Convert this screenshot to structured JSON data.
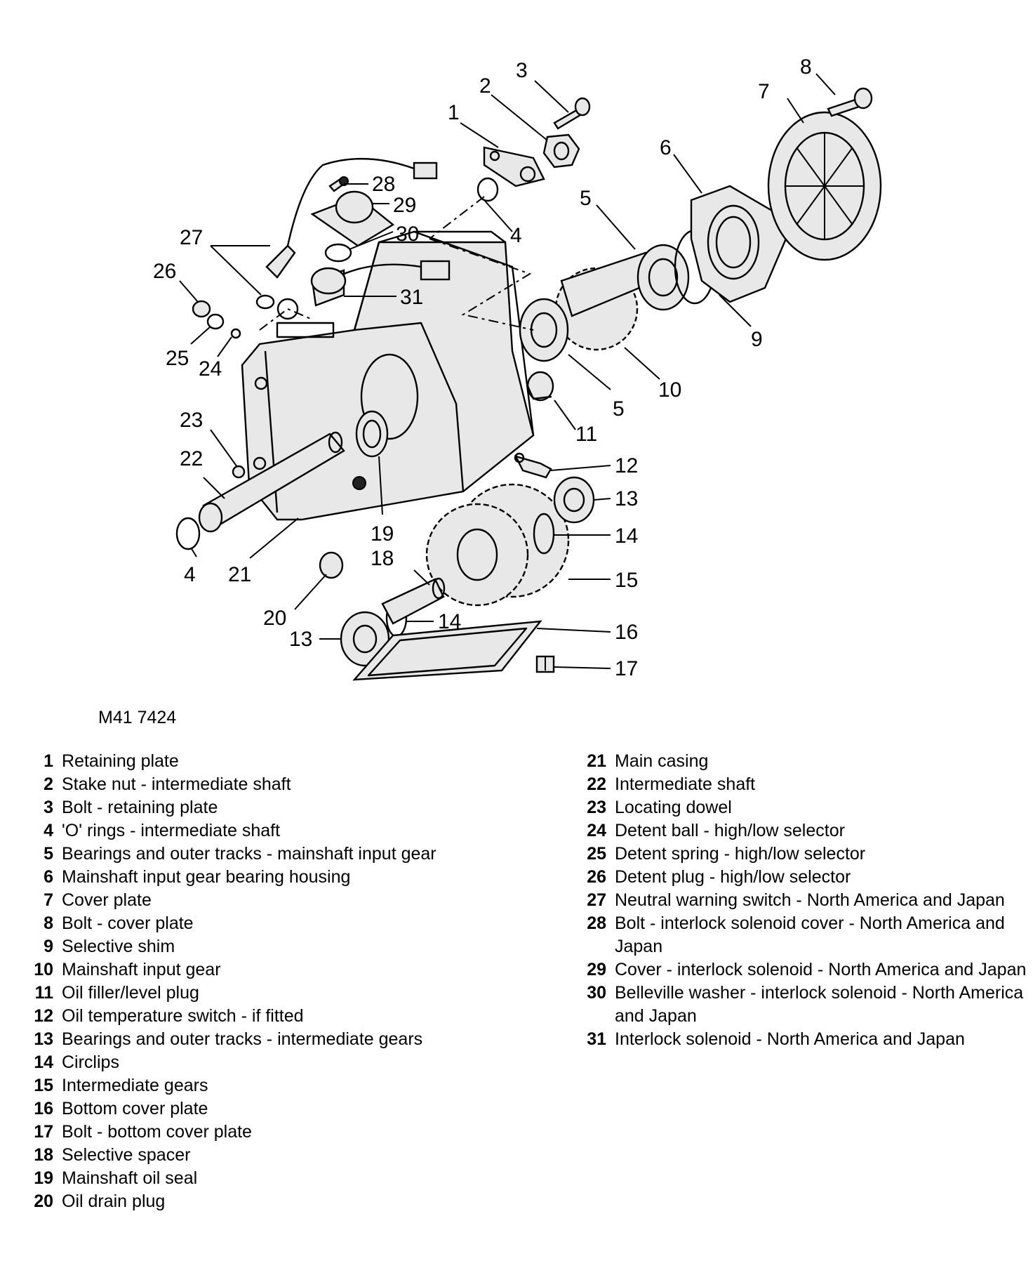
{
  "diagram": {
    "reference": "M41 7424",
    "callout_labels": [
      "1",
      "2",
      "3",
      "4",
      "4",
      "5",
      "5",
      "6",
      "7",
      "8",
      "9",
      "10",
      "11",
      "12",
      "13",
      "13",
      "14",
      "14",
      "15",
      "16",
      "17",
      "18",
      "19",
      "20",
      "21",
      "22",
      "23",
      "24",
      "25",
      "26",
      "27",
      "28",
      "29",
      "30",
      "31"
    ]
  },
  "legend": {
    "left": [
      {
        "num": "1",
        "text": "Retaining plate"
      },
      {
        "num": "2",
        "text": "Stake nut - intermediate shaft"
      },
      {
        "num": "3",
        "text": "Bolt - retaining plate"
      },
      {
        "num": "4",
        "text": "'O' rings - intermediate shaft"
      },
      {
        "num": "5",
        "text": "Bearings and outer tracks - mainshaft input gear"
      },
      {
        "num": "6",
        "text": "Mainshaft input gear bearing housing"
      },
      {
        "num": "7",
        "text": "Cover plate"
      },
      {
        "num": "8",
        "text": "Bolt - cover plate"
      },
      {
        "num": "9",
        "text": "Selective shim"
      },
      {
        "num": "10",
        "text": "Mainshaft input gear"
      },
      {
        "num": "11",
        "text": "Oil filler/level plug"
      },
      {
        "num": "12",
        "text": "Oil temperature switch - if fitted"
      },
      {
        "num": "13",
        "text": "Bearings and outer tracks - intermediate gears"
      },
      {
        "num": "14",
        "text": "Circlips"
      },
      {
        "num": "15",
        "text": "Intermediate gears"
      },
      {
        "num": "16",
        "text": "Bottom cover plate"
      },
      {
        "num": "17",
        "text": "Bolt - bottom cover plate"
      },
      {
        "num": "18",
        "text": "Selective spacer"
      },
      {
        "num": "19",
        "text": "Mainshaft oil seal"
      },
      {
        "num": "20",
        "text": "Oil drain plug"
      }
    ],
    "right": [
      {
        "num": "21",
        "text": "Main casing"
      },
      {
        "num": "22",
        "text": "Intermediate shaft"
      },
      {
        "num": "23",
        "text": "Locating dowel"
      },
      {
        "num": "24",
        "text": "Detent ball - high/low selector"
      },
      {
        "num": "25",
        "text": "Detent spring - high/low selector"
      },
      {
        "num": "26",
        "text": "Detent plug - high/low selector"
      },
      {
        "num": "27",
        "text": "Neutral warning switch - North America and Japan"
      },
      {
        "num": "28",
        "text": "Bolt - interlock solenoid cover - North America and Japan"
      },
      {
        "num": "29",
        "text": "Cover - interlock solenoid - North America and Japan"
      },
      {
        "num": "30",
        "text": "Belleville washer - interlock solenoid - North America and Japan"
      },
      {
        "num": "31",
        "text": "Interlock solenoid - North America and Japan"
      }
    ]
  }
}
